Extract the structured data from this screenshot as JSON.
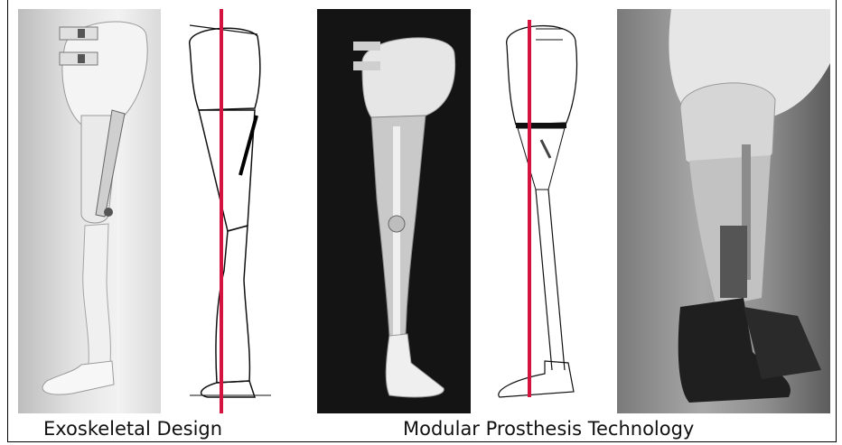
{
  "captions": {
    "exoskeletal": "Exoskeletal Design",
    "modular": "Modular Prosthesis Technology"
  },
  "figures": [
    {
      "icon": "exoskeletal-prosthesis-photo"
    },
    {
      "icon": "exoskeletal-alignment-diagram"
    },
    {
      "icon": "modular-prosthesis-photo"
    },
    {
      "icon": "modular-alignment-diagram"
    },
    {
      "icon": "modular-prosthesis-worn-photo"
    }
  ],
  "colors": {
    "load_line": "#d4143f",
    "frame": "#000000"
  }
}
